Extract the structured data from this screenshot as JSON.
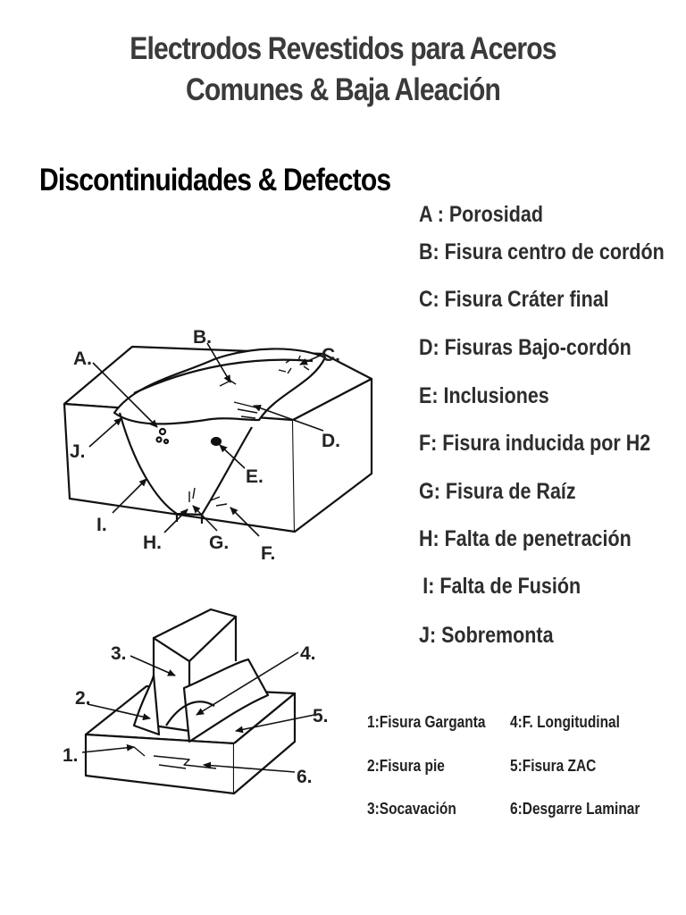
{
  "header": {
    "title_line1": "Electrodos Revestidos para Aceros",
    "title_line2": "Comunes & Baja Aleación",
    "subtitle": "Discontinuidades & Defectos"
  },
  "legend_weld": [
    "A : Porosidad",
    "B: Fisura centro de cordón",
    "C: Fisura Cráter final",
    "D: Fisuras Bajo-cordón",
    "E: Inclusiones",
    "F: Fisura inducida por H2",
    "G: Fisura de Raíz",
    "H: Falta de penetración",
    "I: Falta de Fusión",
    "J: Sobremonta"
  ],
  "legend_fillet": [
    "1:Fisura Garganta",
    "2:Fisura pie",
    "3:Socavación",
    "4:F. Longitudinal",
    "5:Fisura ZAC",
    "6:Desgarre Laminar"
  ],
  "figure1_labels": {
    "A": "A.",
    "B": "B.",
    "C": "C.",
    "D": "D.",
    "E": "E.",
    "F": "F.",
    "G": "G.",
    "H": "H.",
    "I": "I.",
    "J": "J."
  },
  "figure2_labels": {
    "n1": "1.",
    "n2": "2.",
    "n3": "3.",
    "n4": "4.",
    "n5": "5.",
    "n6": "6."
  }
}
